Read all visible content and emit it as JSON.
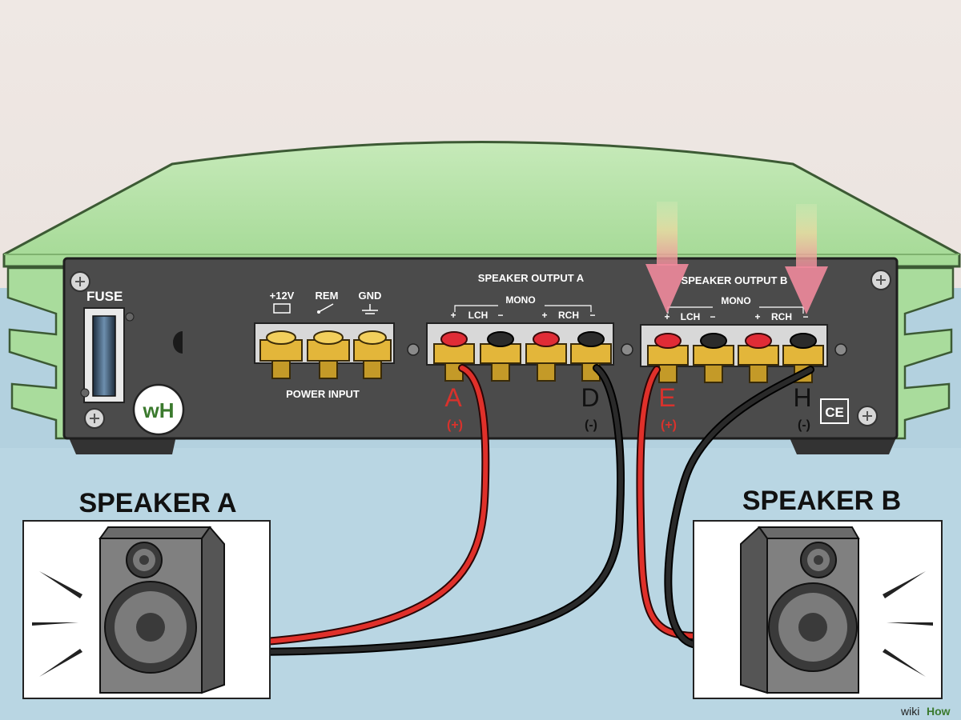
{
  "amp": {
    "fuse_label": "FUSE",
    "logo_text": "wH",
    "power_input": {
      "label": "POWER INPUT",
      "terminals": [
        "+12V",
        "REM",
        "GND"
      ]
    },
    "output_a": {
      "title": "SPEAKER OUTPUT A",
      "mono": "MONO",
      "lch": "LCH",
      "rch": "RCH",
      "plus": "+",
      "minus": "−"
    },
    "output_b": {
      "title": "SPEAKER OUTPUT B",
      "mono": "MONO",
      "lch": "LCH",
      "rch": "RCH",
      "plus": "+",
      "minus": "−"
    },
    "ce_mark": "CE"
  },
  "terminal_labels": {
    "a": {
      "letter": "A",
      "sign": "(+)"
    },
    "d": {
      "letter": "D",
      "sign": "(-)"
    },
    "e": {
      "letter": "E",
      "sign": "(+)"
    },
    "h": {
      "letter": "H",
      "sign": "(-)"
    }
  },
  "speakers": {
    "a": "SPEAKER A",
    "b": "SPEAKER B"
  },
  "watermark": {
    "wiki": "wiki",
    "how": "How"
  },
  "colors": {
    "sky": "#efe6e2",
    "floor": "#b9d6e3",
    "amp_green": "#a9dc9c",
    "panel": "#4a4a4a",
    "wire_red": "#e0302a",
    "wire_black": "#222222",
    "gold": "#e3b63a",
    "label_red": "#d8322c",
    "arrow_pink": "#f19aa8"
  }
}
